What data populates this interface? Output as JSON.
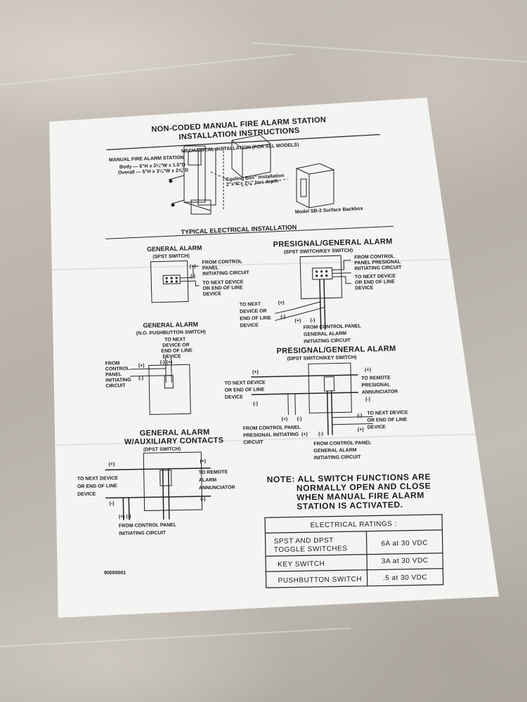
{
  "document": {
    "title_line1": "NON-CODED MANUAL FIRE ALARM STATION",
    "title_line2": "INSTALLATION INSTRUCTIONS",
    "mechanical_heading": "MECHANICAL INSTALLATION (FOR ALL MODELS)",
    "station_label": "MANUAL FIRE ALARM STATION",
    "station_dims_body": "Body — 5\"H x 3¼\"W x 1.5\"D",
    "station_dims_overall": "Overall — 5\"H x 3¼\"W x 2⅝\"D",
    "box_label": "\"Cooling Box\" Installation",
    "box_label_sub": "2\"x 4\"x 2⅛\" box depth",
    "surface_label": "Model SB-2 Surface Backbox",
    "electrical_heading": "TYPICAL ELECTRICAL INSTALLATION",
    "diagram1": {
      "title": "GENERAL ALARM",
      "subtitle": "(SPST SWITCH)",
      "plus": "(+)",
      "minus": "(-)",
      "from_line1": "FROM CONTROL",
      "from_line2": "PANEL",
      "from_line3": "INITIATING CIRCUIT",
      "to_line1": "TO NEXT DEVICE",
      "to_line2": "OR END OF LINE",
      "to_line3": "DEVICE"
    },
    "diagram2": {
      "title": "PRESIGNAL/GENERAL ALARM",
      "subtitle": "(SPST SWITCH/KEY SWITCH)",
      "from_line1": "FROM CONTROL",
      "from_line2": "PANEL PRESIGNAL",
      "from_line3": "INITIATING CIRCUIT",
      "to_line1": "TO NEXT DEVICE",
      "to_line2": "OR END OF LINE",
      "to_line3": "DEVICE",
      "left_line1": "TO NEXT",
      "left_line2": "DEVICE OR",
      "left_line3": "END OF LINE",
      "left_line4": "DEVICE",
      "plus": "(+)",
      "minus": "(-)",
      "bottom_line1": "FROM CONTROL PANEL",
      "bottom_line2": "GENERAL ALARM",
      "bottom_line3": "INITIATING CIRCUIT"
    },
    "diagram3": {
      "title": "GENERAL ALARM",
      "subtitle": "(N.O. PUSHBUTTON SWITCH)",
      "top_line1": "TO NEXT",
      "top_line2": "DEVICE OR",
      "top_line3": "END OF LINE",
      "top_line4": "DEVICE",
      "pm": "(-)  (+)",
      "left_line1": "FROM",
      "left_line2": "CONTROL",
      "left_line3": "PANEL",
      "left_line4": "INITIATING",
      "left_line5": "CIRCUIT",
      "plus": "(+)",
      "minus": "(-)"
    },
    "diagram4": {
      "title": "PRESIGNAL/GENERAL ALARM",
      "subtitle": "(DPST SWITCH/KEY SWITCH)",
      "plus": "(+)",
      "minus": "(-)",
      "left_line1": "TO NEXT DEVICE",
      "left_line2": "OR END OF LINE",
      "left_line3": "DEVICE",
      "right_line1": "TO REMOTE",
      "right_line2": "PRESIGNAL",
      "right_line3": "ANNUNCIATOR",
      "rb_line1": "TO NEXT DEVICE",
      "rb_line2": "OR END OF LINE",
      "rb_line3": "DEVICE",
      "fcp_line1": "FROM CONTROL PANEL",
      "fcp_line2": "PRESIGNAL INITIATING",
      "fcp_line3": "CIRCUIT",
      "ga_line1": "FROM CONTROL PANEL",
      "ga_line2": "GENERAL ALARM",
      "ga_line3": "INITIATING CIRCUIT"
    },
    "diagram5": {
      "title_line1": "GENERAL ALARM",
      "title_line2": "W/AUXILIARY CONTACTS",
      "subtitle": "(DPST SWITCH)",
      "plus": "(+)",
      "minus": "(-)",
      "left_line1": "TO NEXT DEVICE",
      "left_line2": "OR END OF LINE",
      "left_line3": "DEVICE",
      "right_line1": "TO REMOTE",
      "right_line2": "ALARM",
      "right_line3": "ANNUNCIATOR",
      "bottom_pm": "(+)  (-)",
      "bottom_line1": "FROM CONTROL PANEL",
      "bottom_line2": "INITIATING CIRCUIT"
    },
    "note": {
      "line1": "NOTE: ALL SWITCH FUNCTIONS ARE",
      "line2": "NORMALLY OPEN AND CLOSE",
      "line3": "WHEN MANUAL FIRE ALARM",
      "line4": "STATION IS ACTIVATED."
    },
    "ratings": {
      "header": "ELECTRICAL RATINGS :",
      "rows": [
        {
          "name_line1": "SPST AND DPST",
          "name_line2": "TOGGLE SWITCHES",
          "value": "6A at 30 VDC"
        },
        {
          "name_line1": "KEY SWITCH",
          "name_line2": "",
          "value": "3A at 30 VDC"
        },
        {
          "name_line1": "PUSHBUTTON SWITCH",
          "name_line2": "",
          "value": ".5 at 30 VDC"
        }
      ]
    },
    "part_number": "90000001"
  }
}
